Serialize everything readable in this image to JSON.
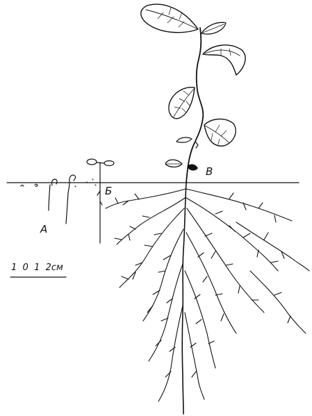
{
  "labels": {
    "a": "А",
    "b": "Б",
    "v": "В"
  },
  "scale": {
    "text": "1  0  1  2см"
  },
  "colors": {
    "ink": "#111111",
    "background": "#ffffff"
  }
}
